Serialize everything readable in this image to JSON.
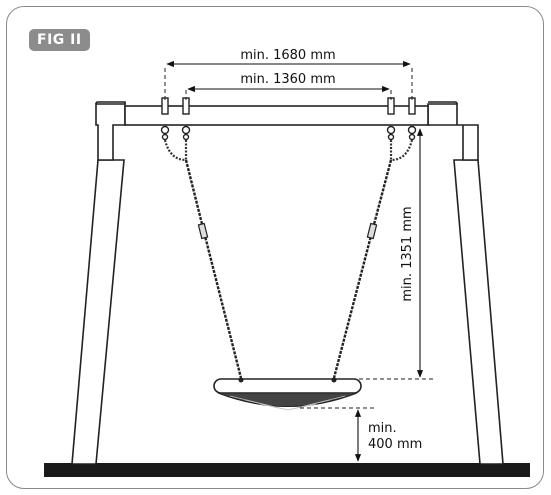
{
  "figure": {
    "label": "FIG II",
    "dimensions": {
      "outer_width": "min. 1680 mm",
      "inner_width": "min. 1360 mm",
      "height": "min. 1351 mm",
      "ground_clearance_line1": "min.",
      "ground_clearance_line2": "400 mm"
    }
  }
}
